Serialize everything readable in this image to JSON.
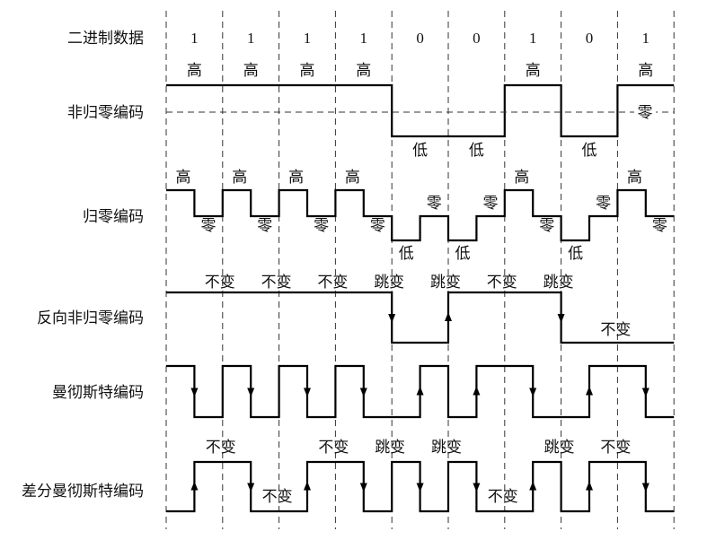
{
  "rows": {
    "binary": "二进制数据",
    "nrz": "非归零编码",
    "rz": "归零编码",
    "nrzi": "反向非归零编码",
    "manchester": "曼彻斯特编码",
    "diff_manchester": "差分曼彻斯特编码"
  },
  "bits": [
    "1",
    "1",
    "1",
    "1",
    "0",
    "0",
    "1",
    "0",
    "1"
  ],
  "words": {
    "high": "高",
    "low": "低",
    "zero": "零",
    "same": "不变",
    "jump": "跳变"
  },
  "nrzi_labels": [
    "",
    "不变",
    "不变",
    "不变",
    "跳变",
    "跳变",
    "不变",
    "跳变"
  ],
  "nrzi_last_label": "不变",
  "diff_labels_top": [
    {
      "boundary": 1,
      "text": "不变"
    },
    {
      "boundary": 3,
      "text": "不变"
    },
    {
      "boundary": 4,
      "text": "跳变"
    },
    {
      "boundary": 5,
      "text": "跳变"
    },
    {
      "boundary": 7,
      "text": "跳变"
    },
    {
      "boundary": 8,
      "text": "不变"
    }
  ],
  "diff_labels_bottom": [
    {
      "boundary": 2,
      "text": "不变"
    },
    {
      "boundary": 6,
      "text": "不变"
    }
  ]
}
